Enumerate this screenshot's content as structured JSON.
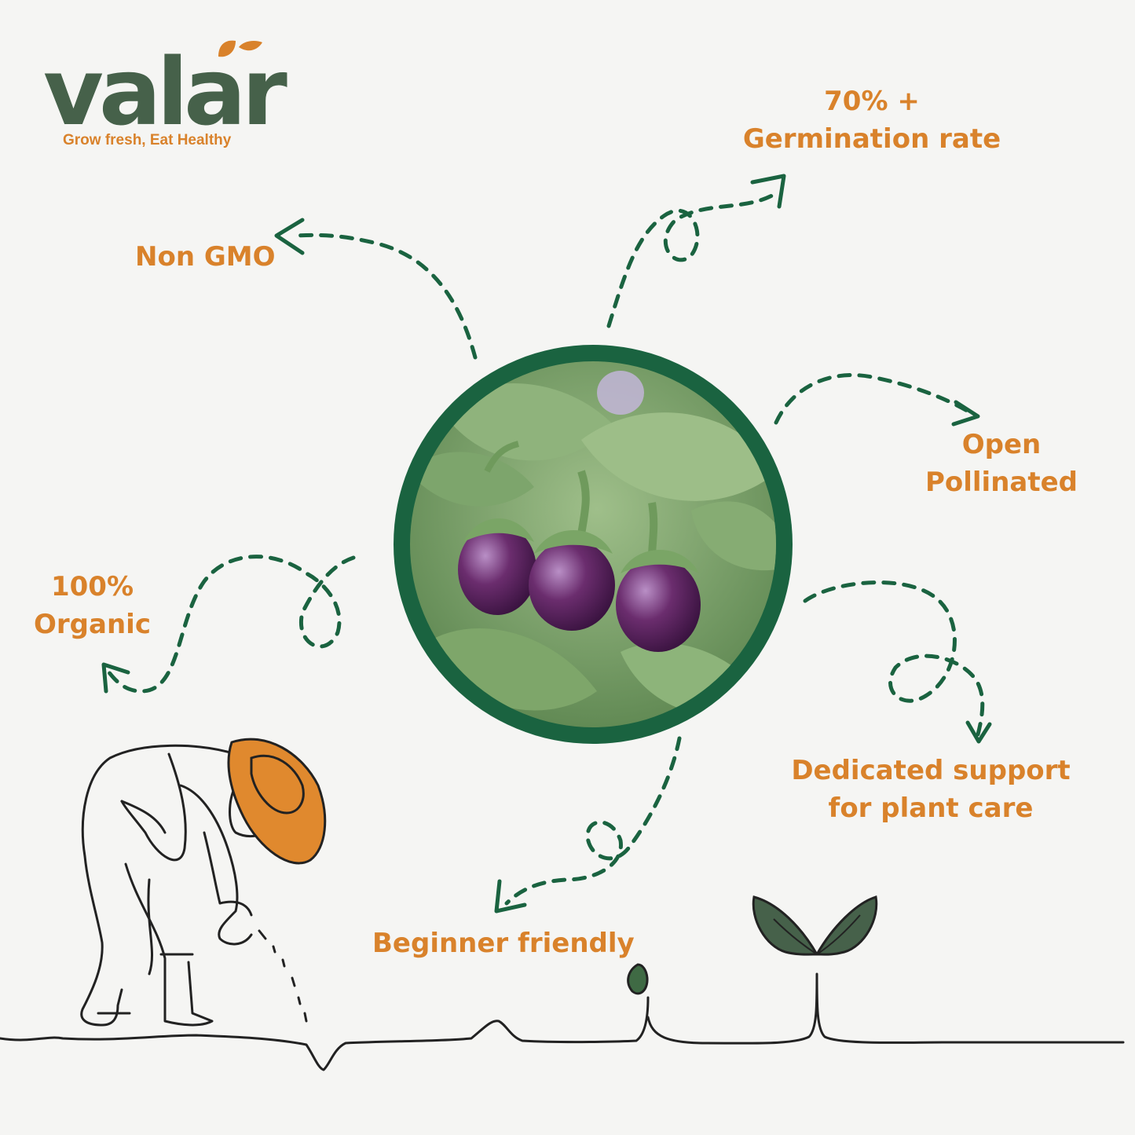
{
  "brand": {
    "name": "valar",
    "tagline": "Grow fresh, Eat Healthy"
  },
  "features": {
    "germination_line1": "70% +",
    "germination_line2": "Germination rate",
    "non_gmo": "Non GMO",
    "open_line1": "Open",
    "open_line2": "Pollinated",
    "organic_line1": "100%",
    "organic_line2": "Organic",
    "support_line1": "Dedicated support",
    "support_line2": "for plant care",
    "beginner": "Beginner friendly"
  },
  "icons": [
    "leaf-logo-icon",
    "eggplant-photo",
    "farmer-illustration",
    "seedling-icon",
    "arrow-icon"
  ],
  "colors": {
    "brand_green": "#46614a",
    "ring_green": "#1a6340",
    "accent_orange": "#d9822b",
    "background": "#f5f5f3"
  }
}
